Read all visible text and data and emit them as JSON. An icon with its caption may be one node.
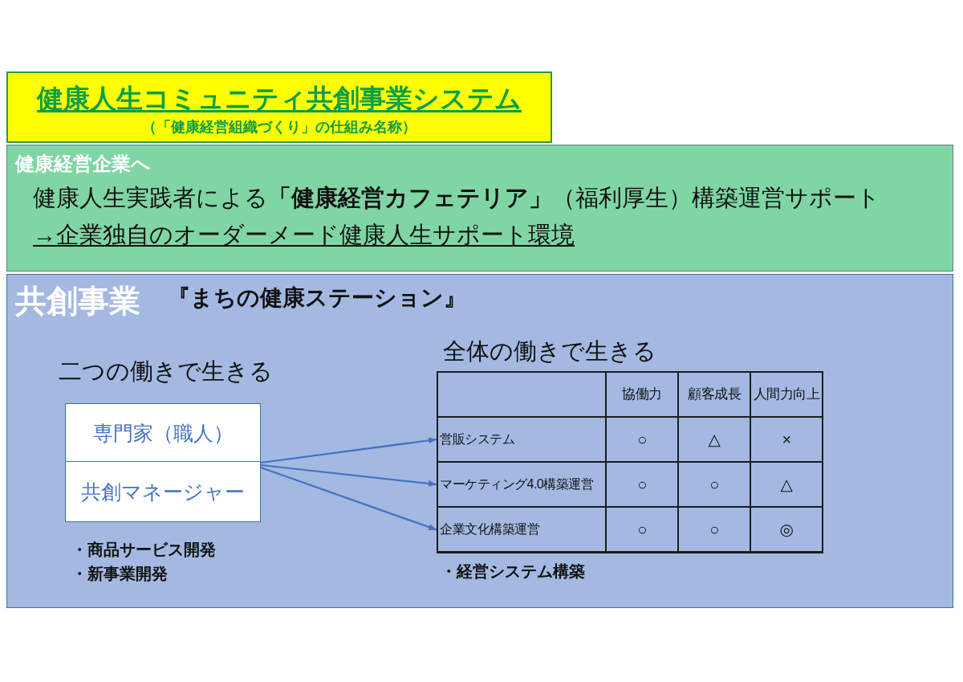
{
  "diagram": {
    "nodes": [
      {
        "text": [
          "健康人生コミュニティ共創事業システム",
          "（「健康経営組織づくり」の仕組み名称）"
        ]
      },
      {
        "text": [
          "健康経営企業へ",
          "健康人生実践者による**「健康経営カフェテリア」**（福利厚生）構築運営サポート",
          "→企業独自のオーダーメード健康人生サポート環境"
        ]
      },
      {
        "text": [
          "共創事業",
          "『まちの健康ステーション』"
        ]
      },
      {
        "text": [
          "専門家（職人）"
        ],
        "in": 2
      },
      {
        "text": [
          "共創マネージャー"
        ],
        "in": 2
      },
      {
        "text": [
          "営販システム"
        ],
        "in": 2
      },
      {
        "text": [
          "マーケティング4.0構築運営"
        ],
        "in": 2
      },
      {
        "text": [
          "企業文化構築運営"
        ],
        "in": 2
      }
    ],
    "edges": [
      {
        "from": 4,
        "to": 5,
        "arrow": "to"
      },
      {
        "from": 4,
        "to": 6,
        "arrow": "to"
      },
      {
        "from": 4,
        "to": 7,
        "arrow": "to"
      }
    ],
    "labels": [
      "二つの働きで生きる",
      "・商品サービス開発",
      "・新事業開発",
      "全体の働きで生きる",
      "協働力",
      "顧客成長",
      "人間力向上",
      "○",
      "△",
      "×",
      "○",
      "○",
      "△",
      "○",
      "○",
      "◎",
      "・経営システム構築"
    ]
  }
}
